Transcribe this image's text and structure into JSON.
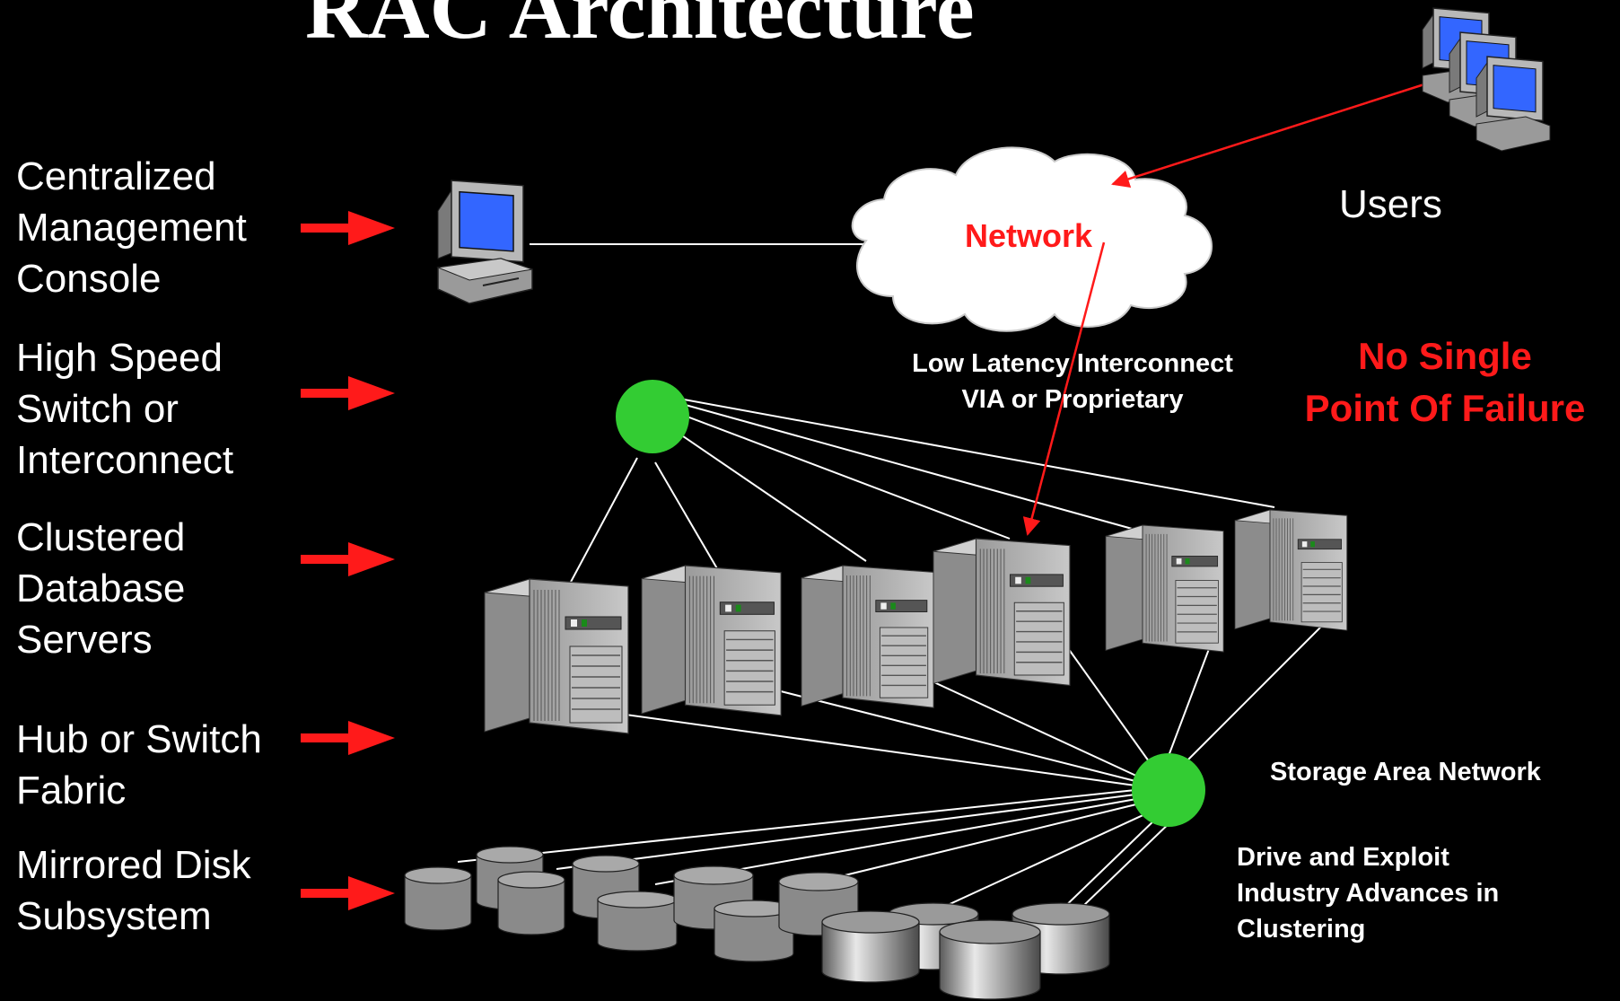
{
  "title": "RAC Architecture",
  "side_labels": [
    {
      "text": "Centralized\nManagement\nConsole"
    },
    {
      "text": "High Speed\nSwitch or\nInterconnect"
    },
    {
      "text": "Clustered\nDatabase\nServers"
    },
    {
      "text": "Hub or Switch\nFabric"
    },
    {
      "text": "Mirrored Disk\nSubsystem"
    }
  ],
  "network_label": "Network",
  "users_label": "Users",
  "interconnect_label": "Low Latency Interconnect\nVIA or Proprietary",
  "failure_label": "No Single\nPoint Of Failure",
  "san_label": "Storage Area Network",
  "drive_label": "Drive and Exploit\nIndustry Advances  in\nClustering",
  "colors": {
    "background": "#000000",
    "arrow": "#ff1a1a",
    "node": "#33cc33",
    "server": "#a8a8a8",
    "screen": "#3366ff"
  }
}
